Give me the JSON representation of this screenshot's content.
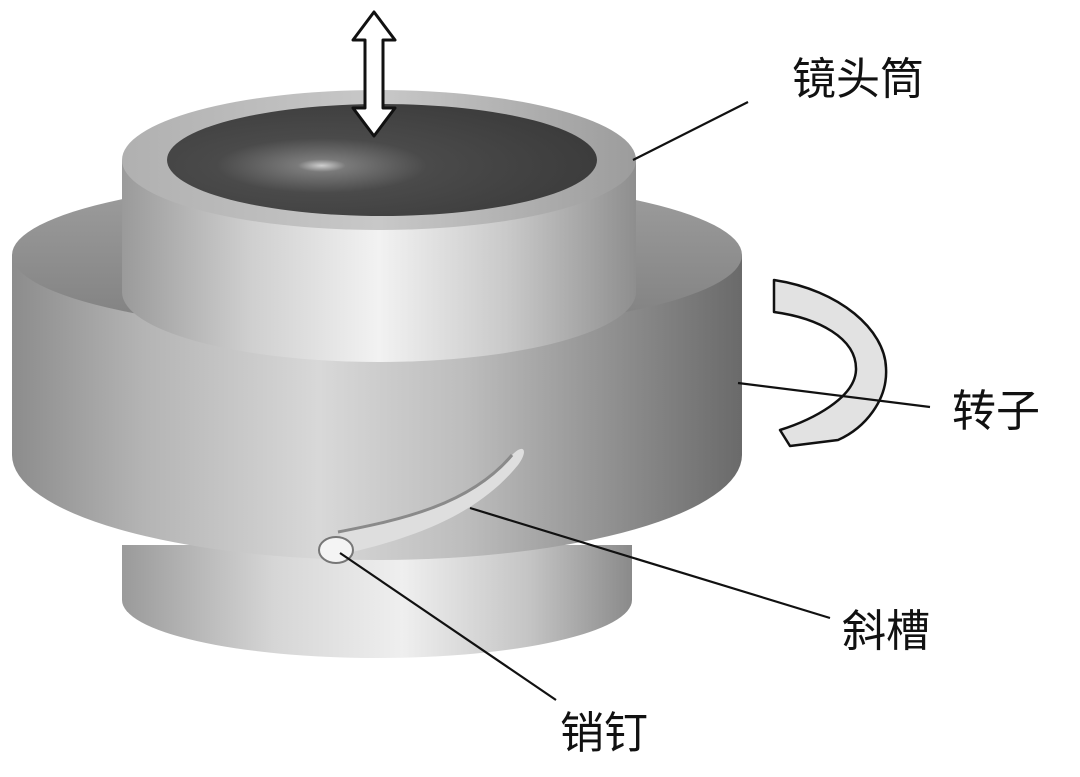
{
  "labels": {
    "lens_barrel": "镜头筒",
    "rotor": "转子",
    "slot": "斜槽",
    "pin": "销钉"
  },
  "colors": {
    "background": "#ffffff",
    "metal_light": "#e8e8e8",
    "metal_mid": "#a6a6a6",
    "metal_dark": "#5c5c5c",
    "bore_dark": "#3a3a3a",
    "arrow_fill": "#ffffff",
    "outline": "#111111"
  },
  "icons": {
    "motion_arrow": "double-vertical-arrow-icon",
    "rotation_arrow": "curved-rotation-arrow-icon"
  }
}
